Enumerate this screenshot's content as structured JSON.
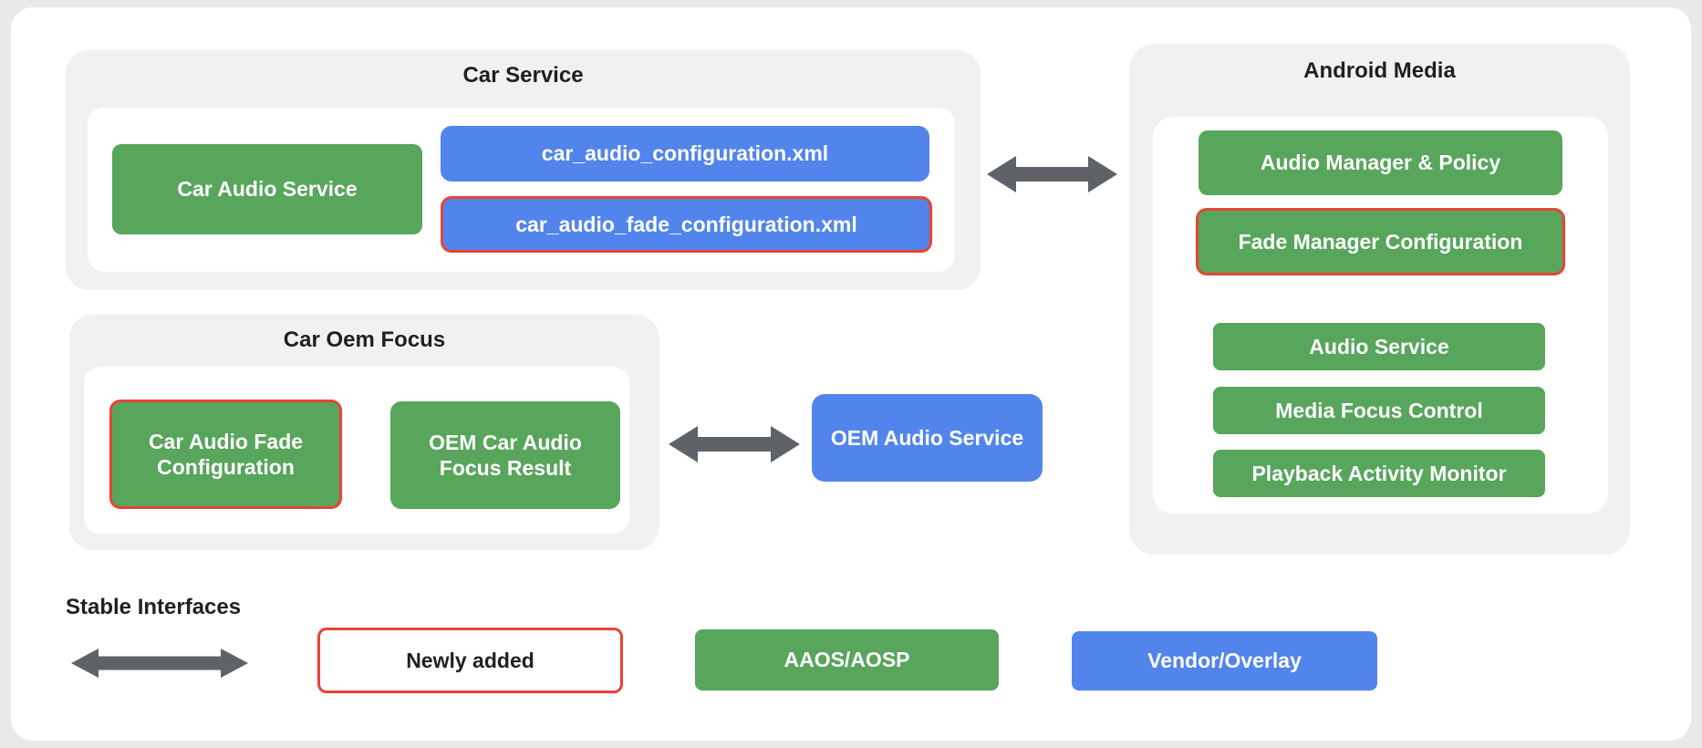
{
  "palette": {
    "green": "#58A55C",
    "blue": "#5285EC",
    "red": "#E84335",
    "arrow_gray": "#5F6368",
    "container_gray": "#F1F1F2"
  },
  "containers": {
    "car_service": {
      "title": "Car Service",
      "boxes": {
        "car_audio_service": "Car Audio Service",
        "config_xml": "car_audio_configuration.xml",
        "fade_config_xml": "car_audio_fade_configuration.xml"
      }
    },
    "android_media": {
      "title": "Android Media",
      "boxes": {
        "audio_manager": "Audio Manager & Policy",
        "fade_manager": "Fade Manager Configuration",
        "audio_service": "Audio Service",
        "media_focus": "Media Focus Control",
        "playback_monitor": "Playback Activity Monitor"
      }
    },
    "car_oem_focus": {
      "title": "Car Oem Focus",
      "boxes": {
        "car_audio_fade": "Car Audio Fade Configuration",
        "oem_focus_result": "OEM Car Audio Focus Result"
      }
    },
    "oem_audio_service": "OEM Audio Service"
  },
  "legend": {
    "stable_interfaces": "Stable Interfaces",
    "newly_added": "Newly added",
    "aaos_aosp": "AAOS/AOSP",
    "vendor_overlay": "Vendor/Overlay"
  }
}
